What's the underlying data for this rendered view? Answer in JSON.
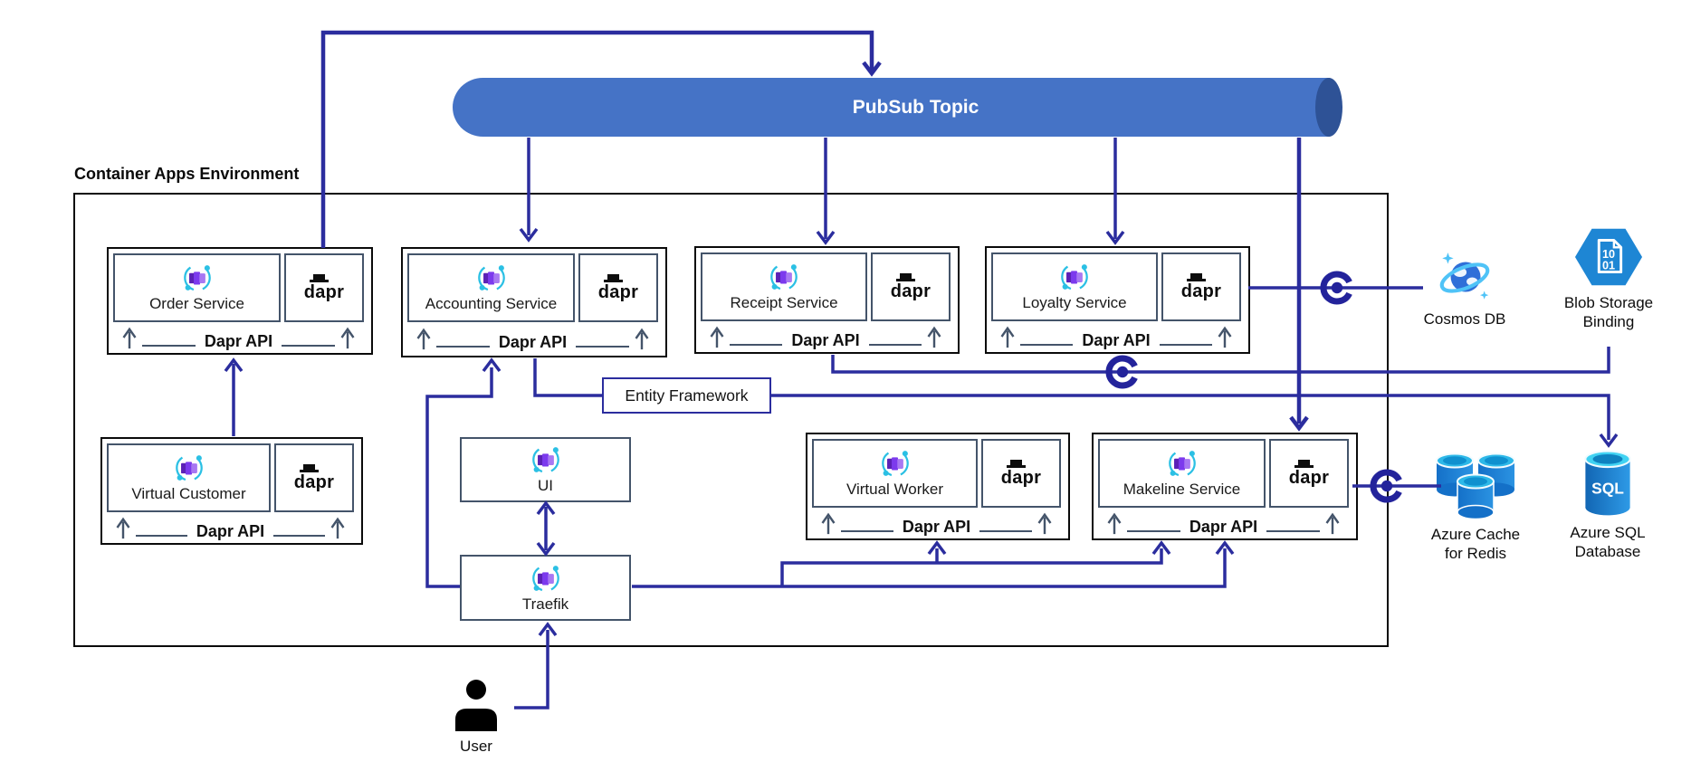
{
  "environment": {
    "title": "Container Apps Environment"
  },
  "pubsub": {
    "label": "PubSub Topic"
  },
  "labels": {
    "dapr_api": "Dapr API",
    "dapr": "dapr",
    "entity_framework": "Entity Framework",
    "user": "User"
  },
  "services": {
    "order": {
      "name": "Order Service"
    },
    "accounting": {
      "name": "Accounting Service"
    },
    "receipt": {
      "name": "Receipt Service"
    },
    "loyalty": {
      "name": "Loyalty Service"
    },
    "virtual_customer": {
      "name": "Virtual Customer"
    },
    "virtual_worker": {
      "name": "Virtual Worker"
    },
    "makeline": {
      "name": "Makeline Service"
    },
    "ui": {
      "name": "UI"
    },
    "traefik": {
      "name": "Traefik"
    }
  },
  "external": {
    "cosmos": {
      "label": "Cosmos DB"
    },
    "blob": {
      "line1": "Blob Storage",
      "line2": "Binding",
      "doc_top": "10",
      "doc_bottom": "01"
    },
    "redis": {
      "line1": "Azure Cache",
      "line2": "for Redis"
    },
    "sql": {
      "line1": "Azure SQL",
      "line2": "Database",
      "badge": "SQL"
    }
  },
  "colors": {
    "connector_navy": "#2b2d9e",
    "slate": "#44546A",
    "pubsub_blue": "#4573c6",
    "pubsub_cap": "#2e5296",
    "azure_blue": "#1e86d4",
    "cyan": "#2bc0e4",
    "container_purple": "#7c3aed"
  }
}
